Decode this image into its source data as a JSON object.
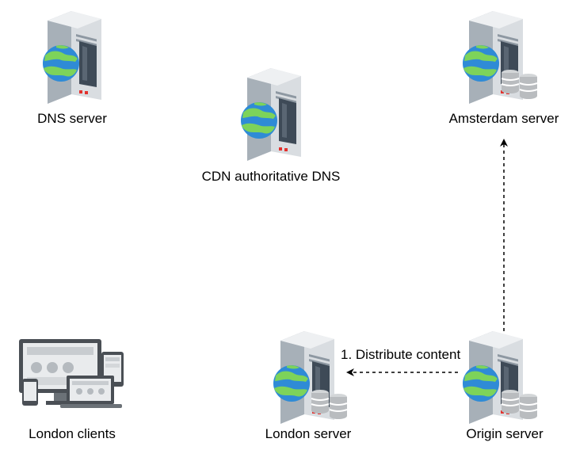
{
  "colors": {
    "server_body_light": "#d9dde1",
    "server_body_dark": "#a7b0b8",
    "server_panel": "#3e4a57",
    "globe_ocean": "#2f8bd6",
    "globe_land": "#7dd35a",
    "led": "#e3312d",
    "disk": "#b9bcbf",
    "arrow": "#000000"
  },
  "nodes": [
    {
      "id": "dns-server",
      "label": "DNS server",
      "icon": "server-globe-icon"
    },
    {
      "id": "cdn-authoritative-dns",
      "label": "CDN authoritative DNS",
      "icon": "server-globe-icon"
    },
    {
      "id": "amsterdam-server",
      "label": "Amsterdam server",
      "icon": "server-globe-storage-icon"
    },
    {
      "id": "london-clients",
      "label": "London clients",
      "icon": "devices-icon"
    },
    {
      "id": "london-server",
      "label": "London server",
      "icon": "server-globe-storage-icon"
    },
    {
      "id": "origin-server",
      "label": "Origin server",
      "icon": "server-globe-storage-icon"
    }
  ],
  "edges": [
    {
      "from": "origin-server",
      "to": "london-server",
      "label": "1. Distribute content",
      "style": "dashed"
    },
    {
      "from": "origin-server",
      "to": "amsterdam-server",
      "label": "",
      "style": "dashed"
    }
  ]
}
